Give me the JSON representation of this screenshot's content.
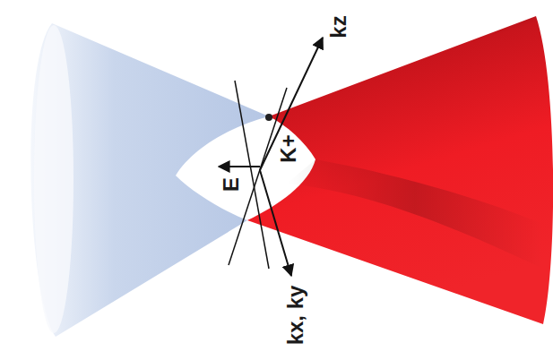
{
  "diagram": {
    "labels": [
      "kz",
      "K+",
      "E",
      "kx, ky"
    ]
  }
}
